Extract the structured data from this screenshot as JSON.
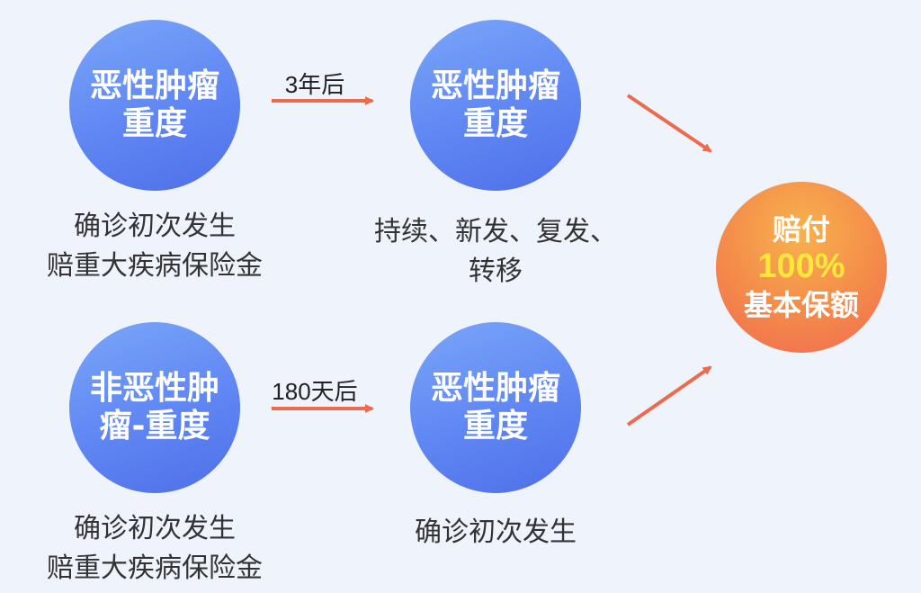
{
  "row1": {
    "start": {
      "line1": "恶性肿瘤",
      "line2": "重度"
    },
    "start_caption": {
      "line1": "确诊初次发生",
      "line2": "赔重大疾病保险金"
    },
    "arrow_label": "3年后",
    "end": {
      "line1": "恶性肿瘤",
      "line2": "重度"
    },
    "end_caption": {
      "line1": "持续、新发、复发、",
      "line2": "转移"
    }
  },
  "row2": {
    "start": {
      "line1": "非恶性肿",
      "line2": "瘤-重度"
    },
    "start_caption": {
      "line1": "确诊初次发生",
      "line2": "赔重大疾病保险金"
    },
    "arrow_label": "180天后",
    "end": {
      "line1": "恶性肿瘤",
      "line2": "重度"
    },
    "end_caption": {
      "line1": "确诊初次发生"
    }
  },
  "result": {
    "line1": "赔付",
    "line2": "100%",
    "line3": "基本保额"
  },
  "colors": {
    "background": "#eef3fc",
    "node_blue": "#5f86f3",
    "result_orange": "#f48a4a",
    "arrow": "#ee6a4c",
    "highlight_yellow": "#ffe83c"
  }
}
